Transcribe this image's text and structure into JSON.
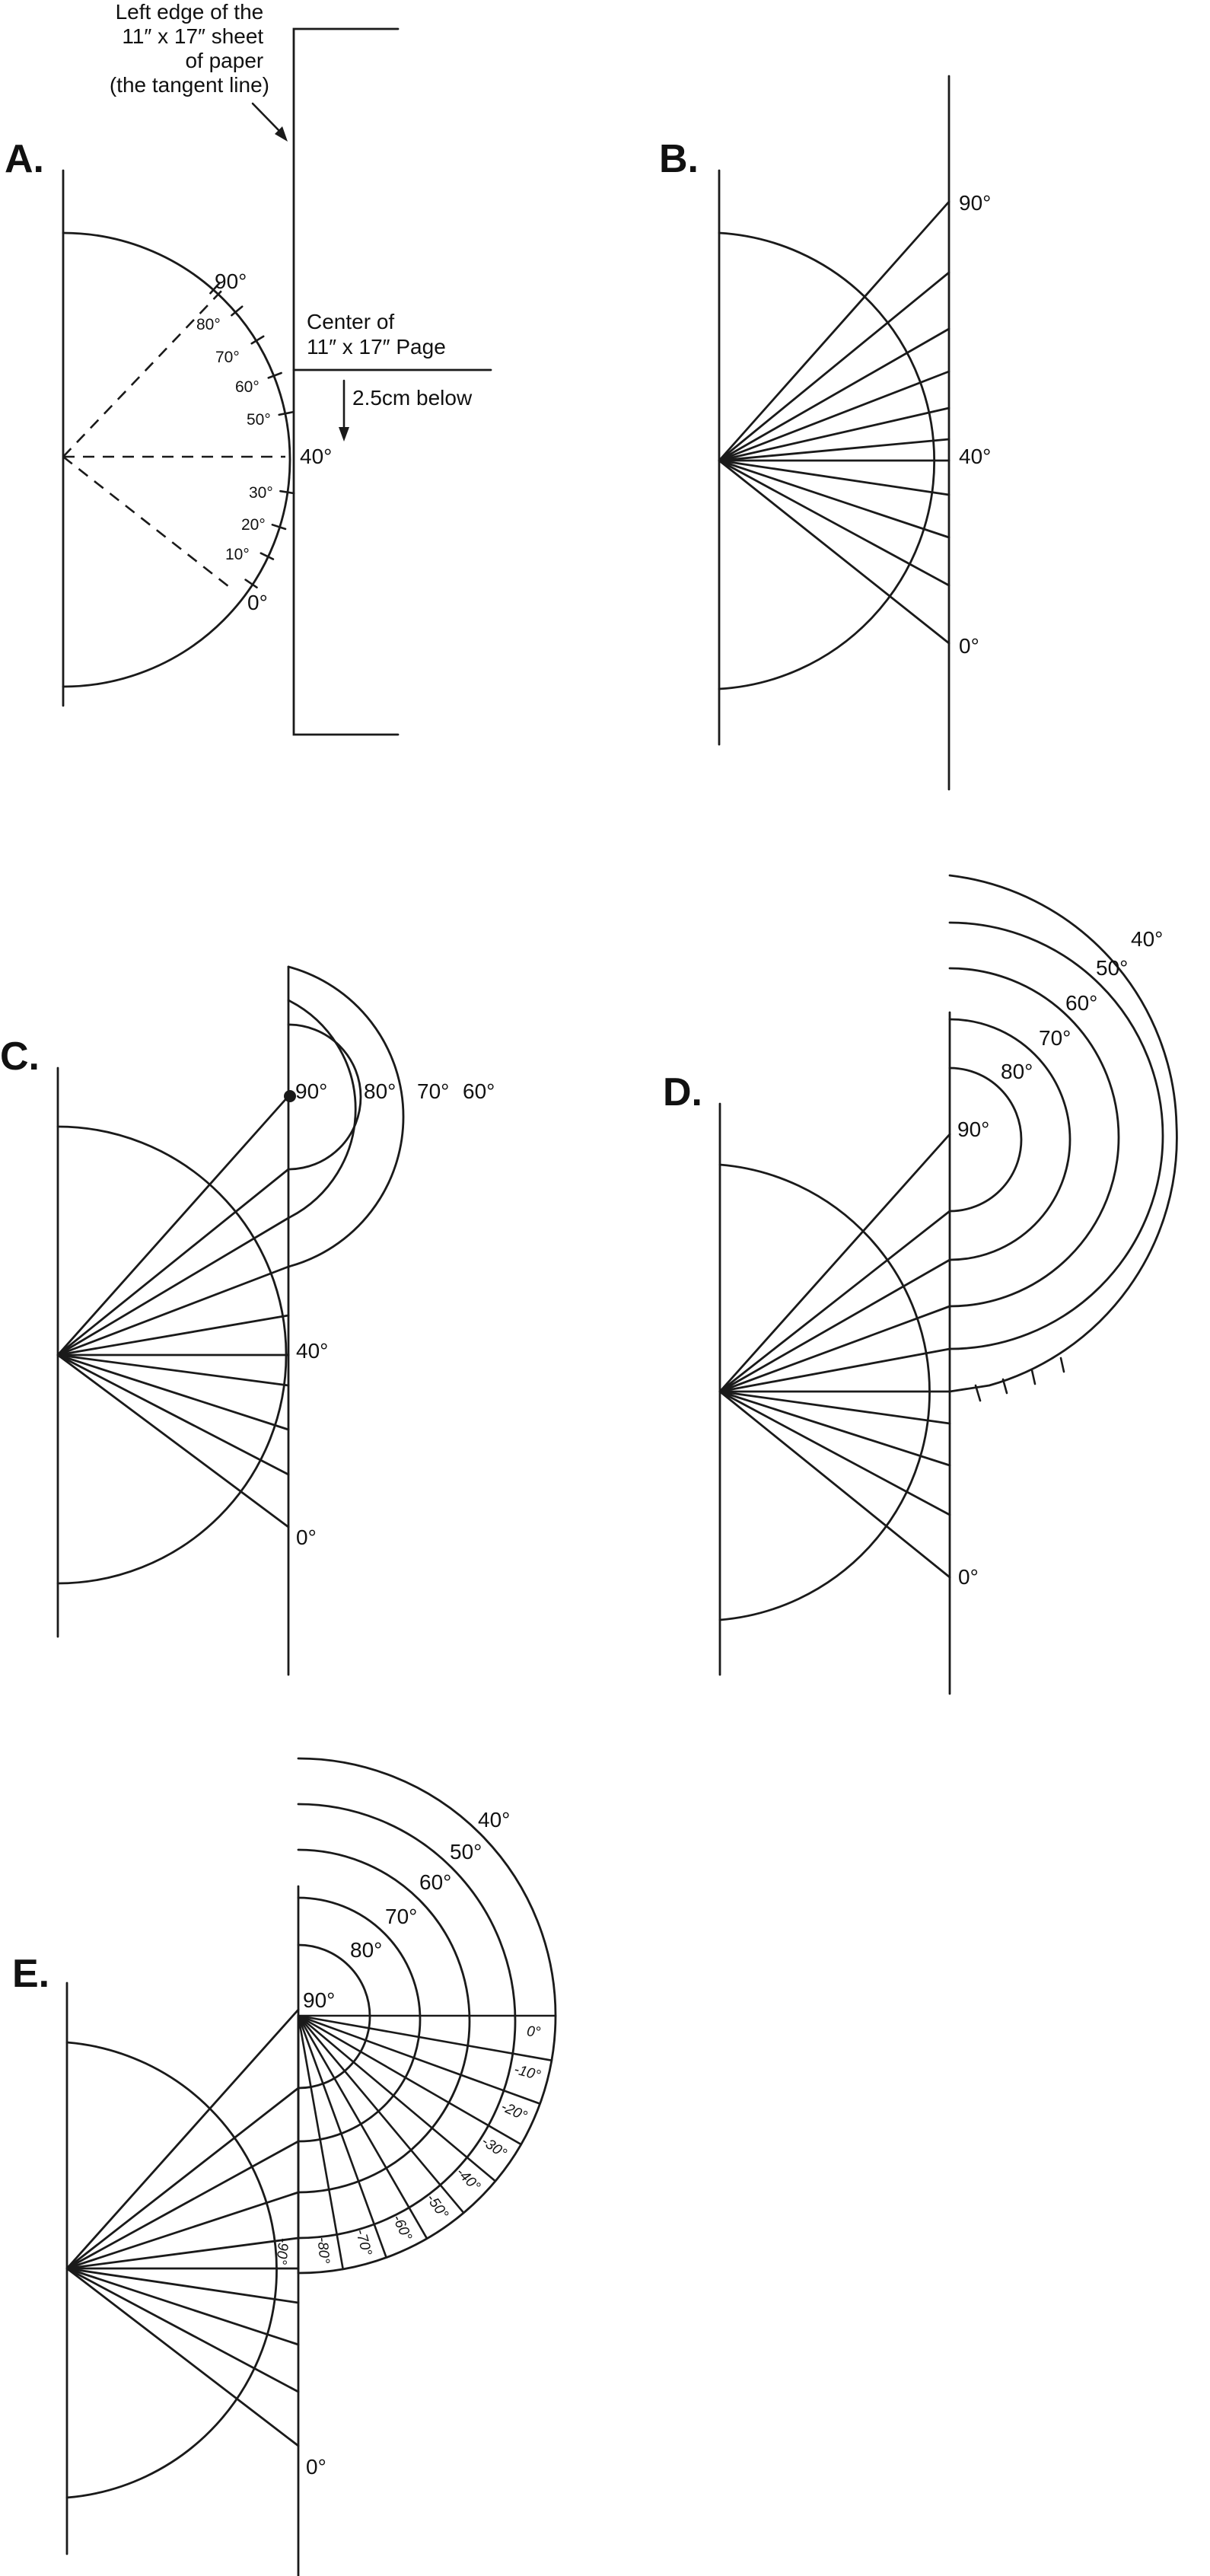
{
  "panels": {
    "a": "A.",
    "b": "B.",
    "c": "C.",
    "d": "D.",
    "e": "E."
  },
  "annotations": {
    "left_edge": [
      "Left edge of the",
      "11″ x 17″ sheet",
      "of paper",
      "(the tangent line)"
    ],
    "center_page": [
      "Center of",
      "11″ x 17″ Page"
    ],
    "below": "2.5cm below"
  },
  "angle_labels": {
    "deg90": "90°",
    "deg80": "80°",
    "deg70": "70°",
    "deg60": "60°",
    "deg50": "50°",
    "deg40": "40°",
    "deg30": "30°",
    "deg20": "20°",
    "deg10": "10°",
    "deg0": "0°"
  },
  "panel_e_scale": [
    "0°",
    "-10°",
    "-20°",
    "-30°",
    "-40°",
    "-50°",
    "-60°",
    "-70°",
    "-80°",
    "-90°"
  ],
  "colors": {
    "ink": "#1a1a1a",
    "background": "#ffffff"
  }
}
